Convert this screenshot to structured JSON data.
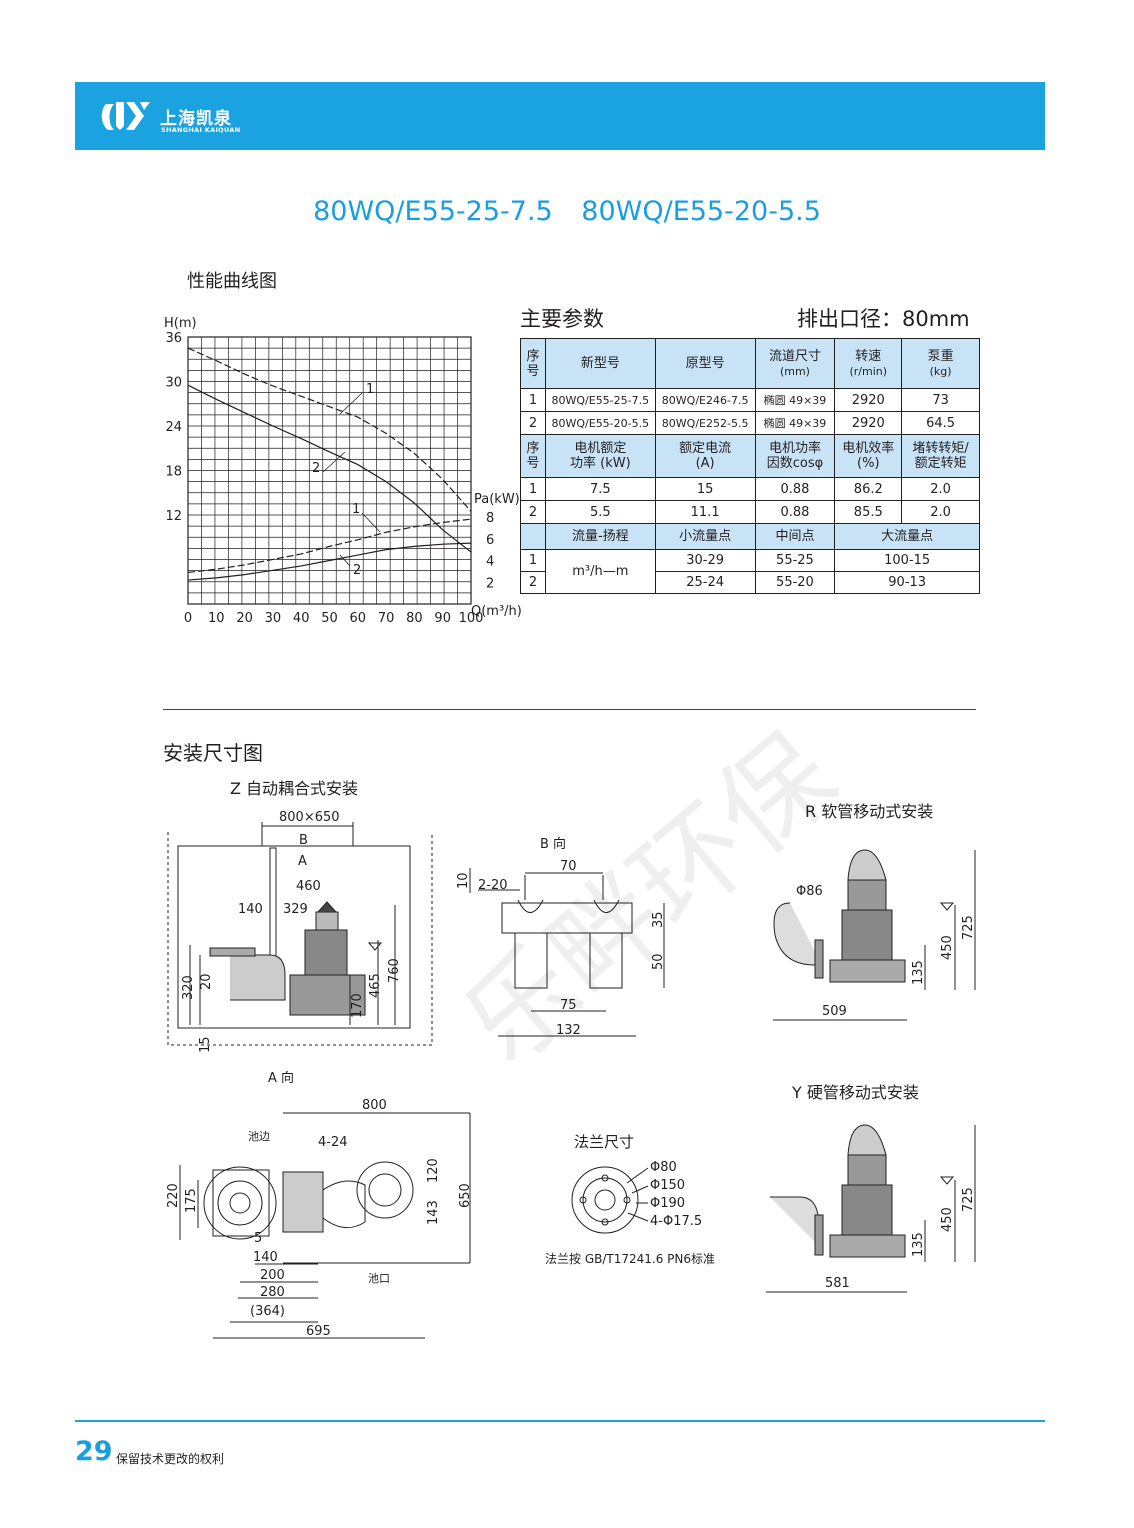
{
  "header": {
    "brand_cn": "上海凯泉",
    "brand_en": "SHANGHAI KAIQUAN",
    "logo_icon": "kaiquan-logo-icon",
    "bar_color": "#1aa3e0"
  },
  "title": "80WQ/E55-25-7.5   80WQ/E55-20-5.5",
  "sections": {
    "curve": "性能曲线图",
    "params": "主要参数",
    "outlet": "排出口径：80mm",
    "install": "安装尺寸图"
  },
  "chart_data": {
    "type": "line",
    "xlabel": "Q(m³/h)",
    "ylabel": "H(m)",
    "y2label": "Pa(kW)",
    "x_ticks": [
      "0",
      "10",
      "20",
      "30",
      "40",
      "50",
      "60",
      "70",
      "80",
      "90",
      "100"
    ],
    "y_ticks": [
      "12",
      "18",
      "24",
      "30",
      "36"
    ],
    "y2_ticks": [
      "2",
      "4",
      "6",
      "8"
    ],
    "xlim": [
      0,
      100
    ],
    "ylim": [
      0,
      36
    ],
    "grid": true,
    "curve_labels": [
      "1",
      "2",
      "1",
      "2"
    ],
    "series": [
      {
        "name": "1",
        "x": [
          0,
          10,
          20,
          30,
          40,
          50,
          60,
          70,
          80,
          90,
          100
        ],
        "y": [
          34.5,
          32.8,
          31.0,
          29.4,
          28.0,
          26.6,
          25.2,
          23.0,
          20.3,
          16.8,
          12.5
        ]
      },
      {
        "name": "2",
        "x": [
          0,
          10,
          20,
          30,
          40,
          50,
          60,
          70,
          80,
          90,
          100
        ],
        "y": [
          29.5,
          27.6,
          25.8,
          24.0,
          22.3,
          20.5,
          18.8,
          16.5,
          13.6,
          10.0,
          7.0
        ]
      },
      {
        "name": "1",
        "x": [
          0,
          10,
          20,
          30,
          40,
          50,
          60,
          70,
          80,
          90,
          100
        ],
        "y2": [
          2.9,
          3.2,
          3.6,
          4.1,
          4.6,
          5.3,
          5.9,
          6.6,
          7.1,
          7.5,
          7.8
        ]
      },
      {
        "name": "2",
        "x": [
          0,
          10,
          20,
          30,
          40,
          50,
          60,
          70,
          80,
          90,
          100
        ],
        "y2": [
          2.2,
          2.4,
          2.7,
          3.1,
          3.5,
          4.0,
          4.5,
          5.0,
          5.3,
          5.5,
          5.6
        ]
      }
    ]
  },
  "table": {
    "head1": [
      "序号",
      "新型号",
      "原型号",
      "流道尺寸",
      "(mm)",
      "转速",
      "(r/min)",
      "泵重",
      "(kg)"
    ],
    "rows1": [
      [
        "1",
        "80WQ/E55-25-7.5",
        "80WQ/E246-7.5",
        "椭圆 49×39",
        "2920",
        "73"
      ],
      [
        "2",
        "80WQ/E55-20-5.5",
        "80WQ/E252-5.5",
        "椭圆 49×39",
        "2920",
        "64.5"
      ]
    ],
    "head2": [
      "序号",
      "电机额定",
      "功率 (kW)",
      "额定电流",
      "(A)",
      "电机功率",
      "因数cosφ",
      "电机效率",
      "(%)",
      "堵转转矩/",
      "额定转矩"
    ],
    "rows2": [
      [
        "1",
        "7.5",
        "15",
        "0.88",
        "86.2",
        "2.0"
      ],
      [
        "2",
        "5.5",
        "11.1",
        "0.88",
        "85.5",
        "2.0"
      ]
    ],
    "head3": [
      "流量-扬程",
      "小流量点",
      "中间点",
      "大流量点"
    ],
    "unit3": "m³/h—m",
    "rows3": [
      [
        "1",
        "30-29",
        "55-25",
        "100-15"
      ],
      [
        "2",
        "25-24",
        "55-20",
        "90-13"
      ]
    ]
  },
  "install": {
    "z_label": "Z  自动耦合式安装",
    "r_label": "R 软管移动式安装",
    "y_label": "Y 硬管移动式安装",
    "b_dir": "B 向",
    "a_dir": "A 向",
    "flange_title": "法兰尺寸",
    "flange_note": "法兰按 GB/T17241.6 PN6标准",
    "pool_edge": "池边",
    "pool_mouth": "池口",
    "z_dims": [
      "800×650",
      "B",
      "A",
      "460",
      "140",
      "329",
      "20",
      "320",
      "170",
      "465",
      "760",
      "15"
    ],
    "b_dims": [
      "70",
      "10",
      "2-20",
      "35",
      "50",
      "75",
      "132"
    ],
    "r_dims": [
      "Φ86",
      "725",
      "450",
      "135",
      "509"
    ],
    "y_dims": [
      "725",
      "450",
      "135",
      "581"
    ],
    "a_dims": [
      "800",
      "4-24",
      "220",
      "175",
      "120",
      "143",
      "650",
      "5",
      "140",
      "200",
      "280",
      "(364)",
      "695"
    ],
    "flange_dims": [
      "Φ80",
      "Φ150",
      "Φ190",
      "4-Φ17.5"
    ]
  },
  "watermark": "乐畔环保",
  "footer": {
    "page": "29",
    "text": "保留技术更改的权利"
  }
}
